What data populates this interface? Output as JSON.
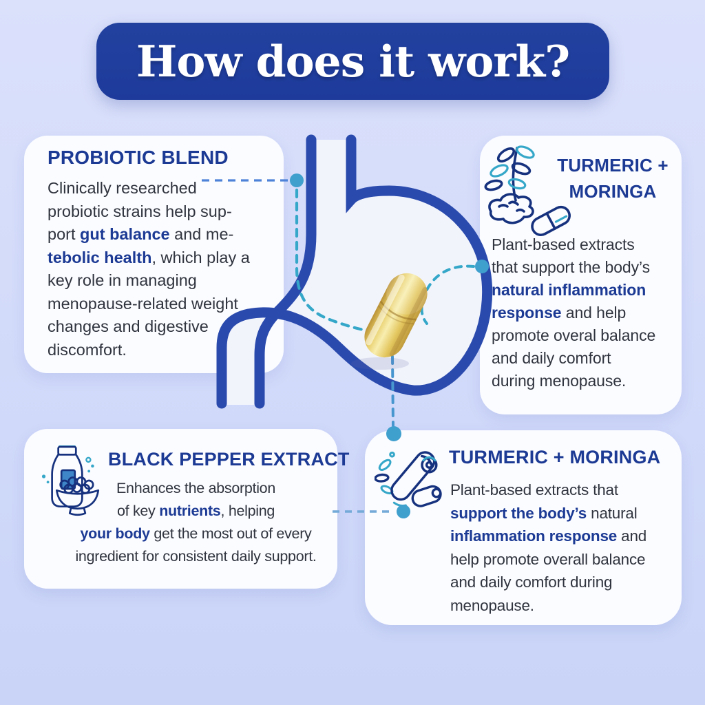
{
  "title_banner": {
    "label": "How does it work?"
  },
  "cards": {
    "probiotic": {
      "title": "PROBIOTIC BLEND",
      "lines": [
        [
          {
            "t": "Clinically researched"
          }
        ],
        [
          {
            "t": "probiotic strains help sup-"
          }
        ],
        [
          {
            "t": "port "
          },
          {
            "t": "gut balance",
            "b": true
          },
          {
            "t": " and me-"
          }
        ],
        [
          {
            "t": "tebolic health",
            "b": true
          },
          {
            "t": ", which play a"
          }
        ],
        [
          {
            "t": "key role in managing"
          }
        ],
        [
          {
            "t": "menopause-related weight"
          }
        ],
        [
          {
            "t": "changes and digestive"
          }
        ],
        [
          {
            "t": "discomfort."
          }
        ]
      ]
    },
    "turmeric_top": {
      "title": "TURMERIC + MORINGA",
      "icon": "moringa-leaves-turmeric-capsule-icon",
      "lines": [
        [
          {
            "t": "Plant-based extracts"
          }
        ],
        [
          {
            "t": "that support the body’s"
          }
        ],
        [
          {
            "t": "natural inflammation",
            "b": true
          }
        ],
        [
          {
            "t": "response",
            "b": true
          },
          {
            "t": " and help"
          }
        ],
        [
          {
            "t": "promote overal balance"
          }
        ],
        [
          {
            "t": "and daily comfort"
          }
        ],
        [
          {
            "t": "during menopause."
          }
        ]
      ]
    },
    "black_pepper": {
      "title": "BLACK PEPPER EXTRACT",
      "icon": "pepper-bottle-bowl-icon",
      "lines": [
        [
          {
            "t": "Enhances the absorption"
          }
        ],
        [
          {
            "t": "of key "
          },
          {
            "t": "nutrients",
            "b": true
          },
          {
            "t": ", helping"
          }
        ],
        [
          {
            "t": "your body",
            "b": true
          },
          {
            "t": " get the most out of every"
          }
        ],
        [
          {
            "t": "ingredient for consistent daily support."
          }
        ]
      ]
    },
    "turmeric_bottom": {
      "title": "TURMERIC + MORINGA",
      "icon": "turmeric-roots-icon",
      "lines": [
        [
          {
            "t": "Plant-based extracts that"
          }
        ],
        [
          {
            "t": "support the body’s",
            "b": true
          },
          {
            "t": " natural"
          }
        ],
        [
          {
            "t": "inflammation response",
            "b": true
          },
          {
            "t": " and"
          }
        ],
        [
          {
            "t": "help promote overall balance"
          }
        ],
        [
          {
            "t": "and daily comfort during"
          }
        ],
        [
          {
            "t": "menopause."
          }
        ]
      ]
    }
  },
  "illustration": {
    "subject": "stomach outline with yellow capsule and dashed connector lines"
  },
  "theme": {
    "navy": "#1c3a94",
    "banner_bg": "#1e3b9b",
    "teal": "#35a7c8",
    "dot": "#3f9fcd",
    "dash_blue": "#4d82d8",
    "card_bg": "#fbfcff",
    "bg_top": "#dbe1fb",
    "bg_bottom": "#c9d4f7",
    "stomach_outline": "#2a4aad",
    "stomach_fill": "#f2f4fc",
    "capsule_gold": "#e7cd67"
  }
}
